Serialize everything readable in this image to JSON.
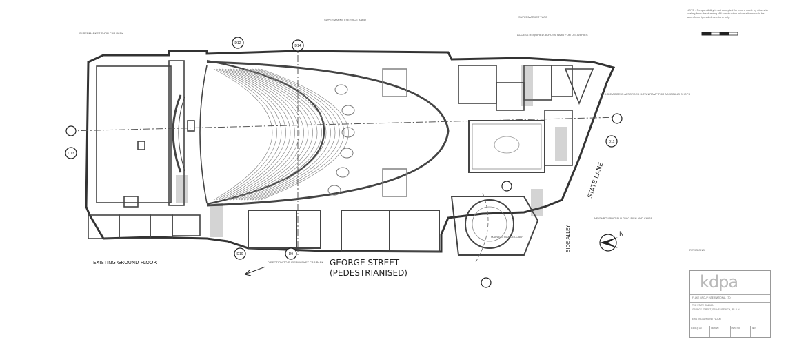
{
  "drawing": {
    "labels": {
      "supermarket_carpark": "SUPERMARKET SHOP CAR PARK",
      "supermarket_service_yard": "SUPERMARKET SERVICE YARD",
      "supermarket_yard": "SUPERMARKET YARD",
      "access_required": "ACCESS REQUIRED ACROSS YARD FOR DELIVERIES",
      "vehicle_access": "VEHICLE ACCESS AFFORDED DOWN RAMP FOR ADJOINING SHOPS",
      "state_lane": "STATE LANE",
      "side_alley": "SIDE ALLEY",
      "neighbouring_building": "NEIGHBOURING BUILDING FISH AND CHIPS",
      "george_street": "GEORGE STREET",
      "pedestrianised": "(PEDESTRIANISED)",
      "existing_ground_floor": "EXISTING GROUND FLOOR",
      "direction_carpark": "DIRECTION TO SUPERMARKET CAR PARK",
      "main_entrance": "MAIN ENTRANCE LOBBY",
      "north": "N"
    },
    "section_markers": [
      "D12",
      "D14",
      "D11",
      "D13",
      "D10",
      "D9"
    ]
  },
  "note": "NOTE - Responsibility is not accepted for errors made by others in scaling from this drawing. All construction information should be taken from figured dimensions only.",
  "legend": "REVISIONS",
  "title_block": {
    "logo": "kdpa",
    "client": "FLUKE GROUP INTERNATIONAL LTD",
    "project": "THE STATE CINEMA",
    "address": "GEORGE STREET, GRAVS, IPSWICH, IP1 1LH",
    "drawing_title": "EXISTING GROUND FLOOR",
    "cells": [
      "1:200 @ A3",
      "DRAWN",
      "DWG NO.",
      "REV"
    ]
  }
}
